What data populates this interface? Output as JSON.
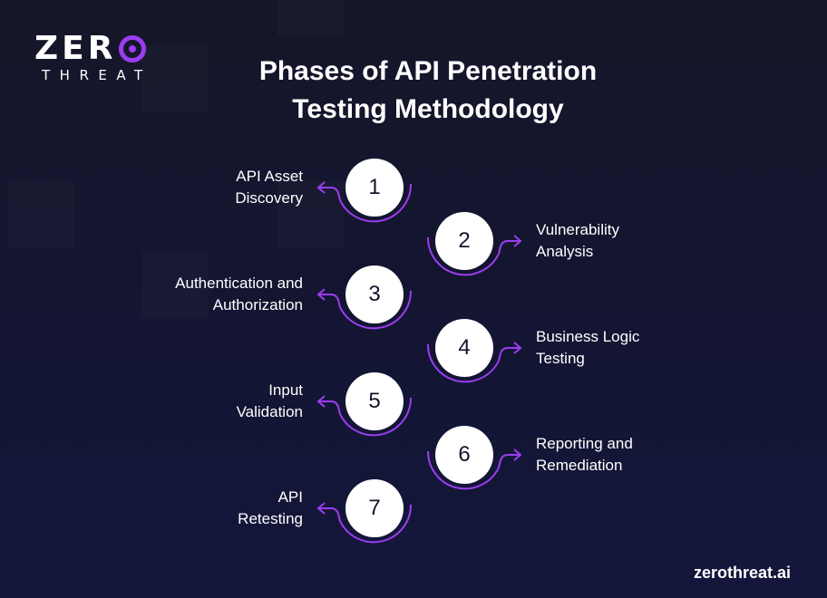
{
  "logo": {
    "top_text": "ZER",
    "bottom_text": "THREAT"
  },
  "title": "Phases of API Penetration\nTesting Methodology",
  "phases": [
    {
      "number": "1",
      "label": "API Asset\nDiscovery",
      "side": "left"
    },
    {
      "number": "2",
      "label": "Vulnerability\nAnalysis",
      "side": "right"
    },
    {
      "number": "3",
      "label": "Authentication and\nAuthorization",
      "side": "left"
    },
    {
      "number": "4",
      "label": "Business Logic\nTesting",
      "side": "right"
    },
    {
      "number": "5",
      "label": "Input\nValidation",
      "side": "left"
    },
    {
      "number": "6",
      "label": "Reporting and\nRemediation",
      "side": "right"
    },
    {
      "number": "7",
      "label": "API\nRetesting",
      "side": "left"
    }
  ],
  "footer": {
    "website": "zerothreat.ai"
  },
  "colors": {
    "accent": "#9b3df0",
    "background": "#14163a",
    "circle": "#ffffff"
  }
}
